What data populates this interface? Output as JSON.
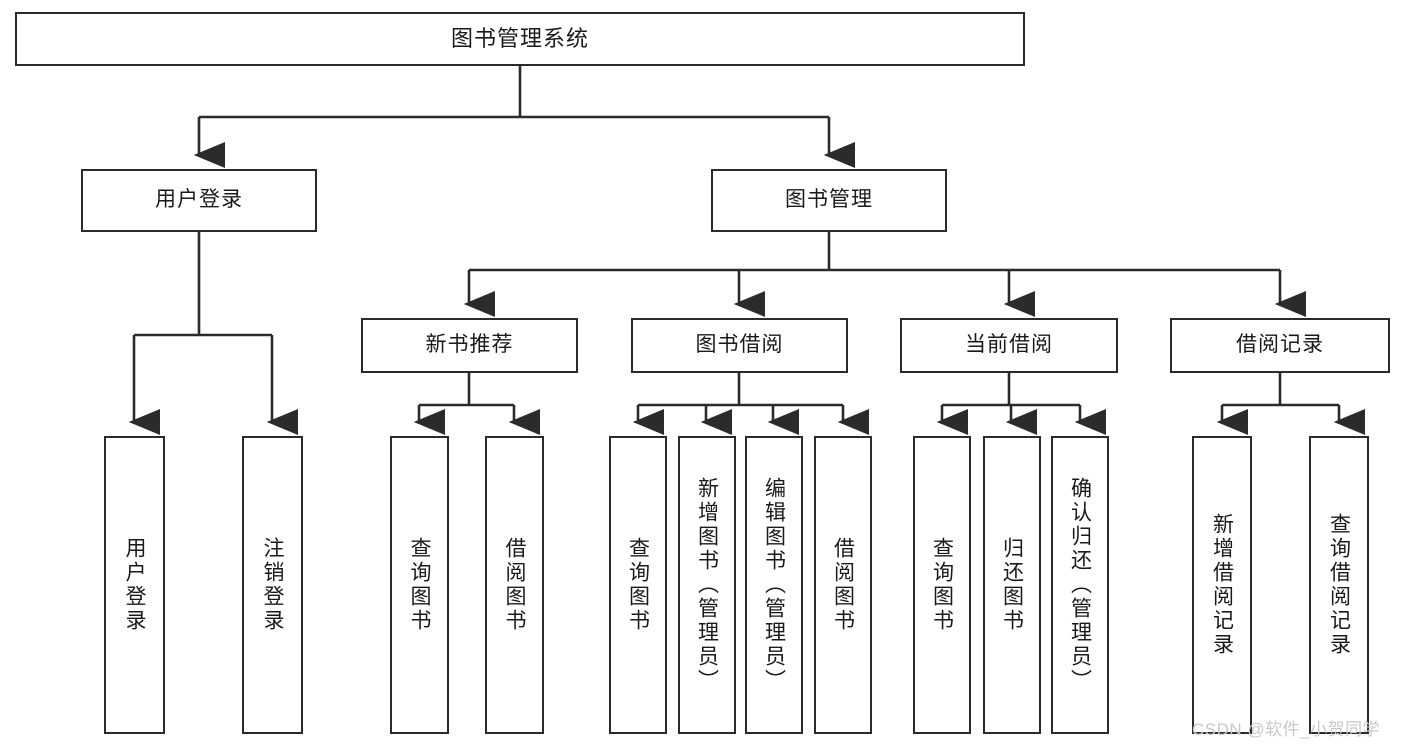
{
  "diagram": {
    "title": "图书管理系统",
    "type": "hierarchy-tree",
    "nodes": {
      "root": {
        "label": "图书管理系统",
        "level": 1
      },
      "l2_login": {
        "label": "用户登录",
        "level": 2
      },
      "l2_manage": {
        "label": "图书管理",
        "level": 2
      },
      "l3_newbook": {
        "label": "新书推荐",
        "level": 3
      },
      "l3_borrow": {
        "label": "图书借阅",
        "level": 3
      },
      "l3_current": {
        "label": "当前借阅",
        "level": 3
      },
      "l3_record": {
        "label": "借阅记录",
        "level": 3
      },
      "leaf_01": {
        "label": "用户登录",
        "level": 4
      },
      "leaf_02": {
        "label": "注销登录",
        "level": 4
      },
      "leaf_03": {
        "label": "查询图书",
        "level": 4
      },
      "leaf_04": {
        "label": "借阅图书",
        "level": 4
      },
      "leaf_05": {
        "label": "查询图书",
        "level": 4
      },
      "leaf_06": {
        "label": "新增图书（管理员）",
        "level": 4
      },
      "leaf_07": {
        "label": "编辑图书（管理员）",
        "level": 4
      },
      "leaf_08": {
        "label": "借阅图书",
        "level": 4
      },
      "leaf_09": {
        "label": "查询图书",
        "level": 4
      },
      "leaf_10": {
        "label": "归还图书",
        "level": 4
      },
      "leaf_11": {
        "label": "确认归还（管理员）",
        "level": 4
      },
      "leaf_12": {
        "label": "新增借阅记录",
        "level": 4
      },
      "leaf_13": {
        "label": "查询借阅记录",
        "level": 4
      }
    },
    "edges": [
      {
        "from": "root",
        "to": "l2_login"
      },
      {
        "from": "root",
        "to": "l2_manage"
      },
      {
        "from": "l2_login",
        "to": "leaf_01"
      },
      {
        "from": "l2_login",
        "to": "leaf_02"
      },
      {
        "from": "l2_manage",
        "to": "l3_newbook"
      },
      {
        "from": "l2_manage",
        "to": "l3_borrow"
      },
      {
        "from": "l2_manage",
        "to": "l3_current"
      },
      {
        "from": "l2_manage",
        "to": "l3_record"
      },
      {
        "from": "l3_newbook",
        "to": "leaf_03"
      },
      {
        "from": "l3_newbook",
        "to": "leaf_04"
      },
      {
        "from": "l3_borrow",
        "to": "leaf_05"
      },
      {
        "from": "l3_borrow",
        "to": "leaf_06"
      },
      {
        "from": "l3_borrow",
        "to": "leaf_07"
      },
      {
        "from": "l3_borrow",
        "to": "leaf_08"
      },
      {
        "from": "l3_current",
        "to": "leaf_09"
      },
      {
        "from": "l3_current",
        "to": "leaf_10"
      },
      {
        "from": "l3_current",
        "to": "leaf_11"
      },
      {
        "from": "l3_record",
        "to": "leaf_12"
      },
      {
        "from": "l3_record",
        "to": "leaf_13"
      }
    ],
    "colors": {
      "stroke": "#2b2b2b",
      "fill": "#ffffff",
      "text": "#1a1a1a",
      "watermark": "#c9c9c9"
    }
  },
  "watermark": {
    "text": "CSDN @软件_小贺同学"
  }
}
